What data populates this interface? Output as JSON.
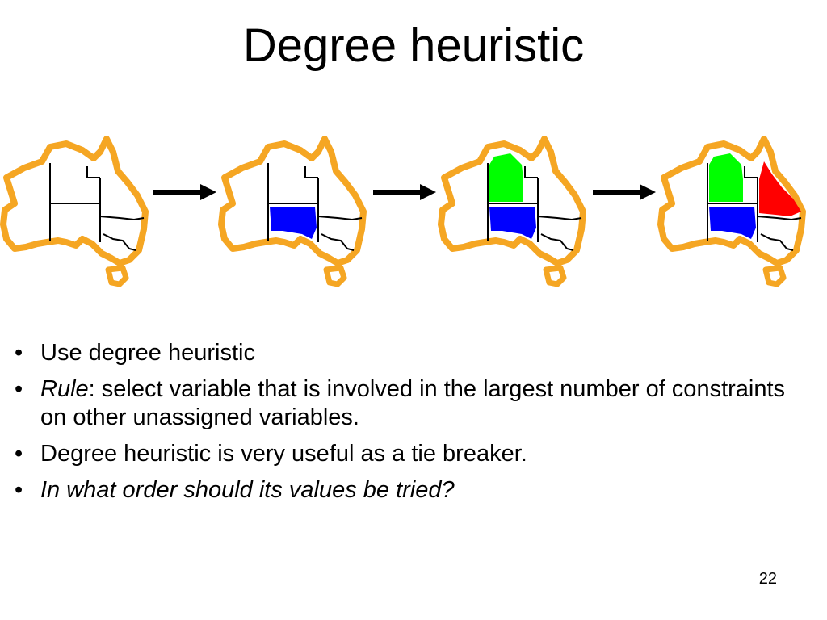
{
  "slide": {
    "title": "Degree heuristic",
    "page_number": "22"
  },
  "colors": {
    "outline": "#f5a623",
    "border": "#000000",
    "region_blue": "#0000ff",
    "region_green": "#00ff00",
    "region_red": "#ff0000",
    "arrow": "#000000"
  },
  "diagram": {
    "maps": [
      {
        "step": 1,
        "colored_regions": []
      },
      {
        "step": 2,
        "colored_regions": [
          "blue"
        ]
      },
      {
        "step": 3,
        "colored_regions": [
          "blue",
          "green"
        ]
      },
      {
        "step": 4,
        "colored_regions": [
          "blue",
          "green",
          "red"
        ]
      }
    ],
    "arrow_icon": "arrow-right-icon"
  },
  "bullets": [
    {
      "bullet_char": "•",
      "text": "Use degree heuristic"
    },
    {
      "bullet_char": "•",
      "prefix_italic": "Rule",
      "text": ": select variable that is involved in the largest number of constraints on other unassigned variables."
    },
    {
      "bullet_char": "•",
      "text": "Degree heuristic is very useful as a tie breaker."
    },
    {
      "bullet_char": "•",
      "text_italic": "In what order should its values be tried?"
    }
  ]
}
